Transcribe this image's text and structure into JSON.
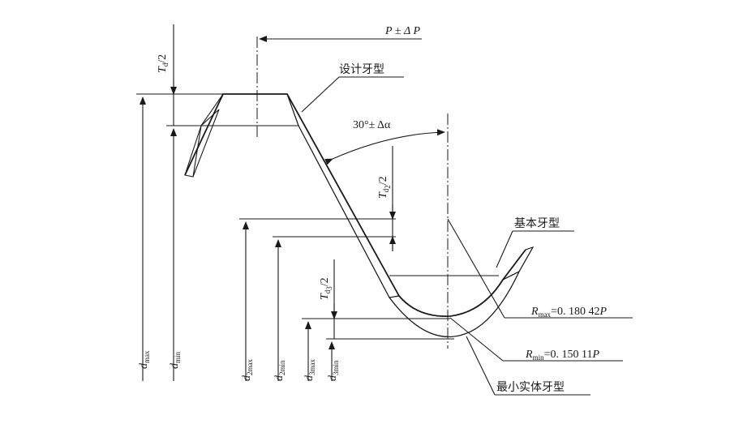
{
  "labels": {
    "pitch_tol": "P ± Δ P",
    "design_profile": "设计牙型",
    "flank_angle": "30°± Δα",
    "basic_profile": "基本牙型",
    "min_material_profile": "最小实体牙型",
    "r_max": "=0. 180 42",
    "r_max_sym": "R",
    "r_max_sub": "max",
    "r_max_p": "P",
    "r_min": "=0. 150 11",
    "r_min_sym": "R",
    "r_min_sub": "min",
    "r_min_p": "P",
    "td": "T",
    "td_sub": "d",
    "td_tail": "/2",
    "td2": "T",
    "td2_sub": "d",
    "td2_sub2": "2",
    "td2_tail": "/2",
    "td3": "T",
    "td3_sub": "d",
    "td3_sub2": "3",
    "td3_tail": "/2",
    "dmax": "d",
    "dmax_sub": "max",
    "dmin": "d",
    "dmin_sub": "min",
    "d2max": "d",
    "d2max_sub": "2max",
    "d2min": "d",
    "d2min_sub": "2min",
    "d3max": "d",
    "d3max_sub": "3max",
    "d3min": "d",
    "d3min_sub": "3min"
  }
}
